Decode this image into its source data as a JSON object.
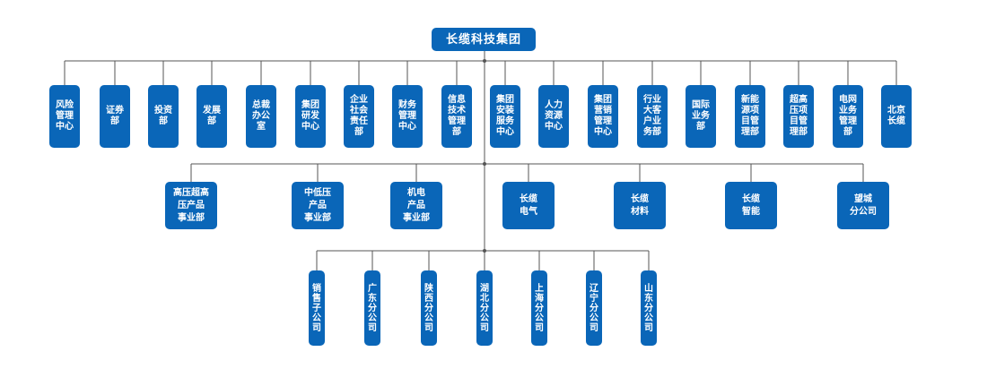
{
  "root": "长缆科技集团",
  "departments": [
    "风险\n管理\n中心",
    "证券\n部",
    "投资\n部",
    "发展\n部",
    "总裁\n办公\n室",
    "集团\n研发\n中心",
    "企业\n社会\n责任\n部",
    "财务\n管理\n中心",
    "信息\n技术\n管理\n部",
    "集团\n安装\n服务\n中心",
    "人力\n资源\n中心",
    "集团\n营销\n管理\n中心",
    "行业\n大客\n户业\n务部",
    "国际\n业务\n部",
    "新能\n源项\n目管\n理部",
    "超高\n压项\n目管\n理部",
    "电网\n业务\n管理\n部",
    "北京\n长缆"
  ],
  "divisions": [
    "高压超高\n压产品\n事业部",
    "中低压\n产品\n事业部",
    "机电\n产品\n事业部",
    "长缆\n电气",
    "长缆\n材料",
    "长缆\n智能",
    "望城\n分公司"
  ],
  "subsidiaries": [
    "销\n售\n子\n公\n司",
    "广\n东\n分\n公\n司",
    "陕\n西\n分\n公\n司",
    "湖\n北\n分\n公\n司",
    "上\n海\n分\n公\n司",
    "辽\n宁\n分\n公\n司",
    "山\n东\n分\n公\n司"
  ],
  "colors": {
    "box": "#0a66b8",
    "line": "#555555",
    "text": "#ffffff"
  }
}
